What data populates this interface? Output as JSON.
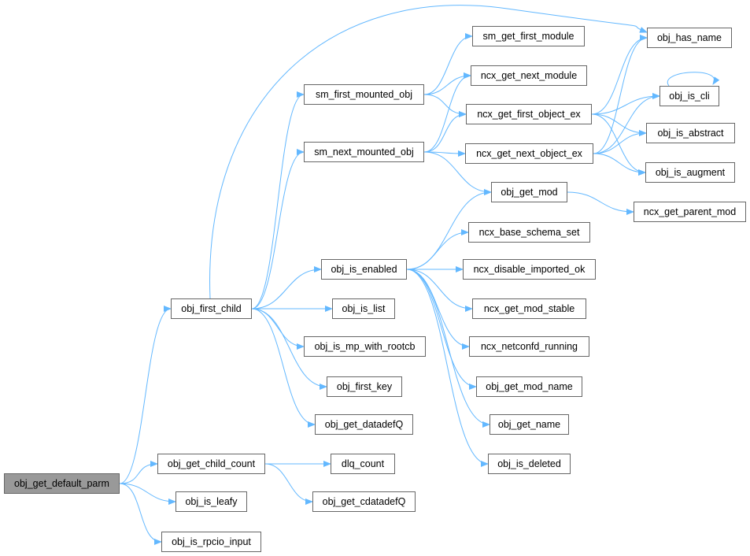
{
  "title": "obj_get_default_parm call graph",
  "colors": {
    "edge": "#63b8ff",
    "root_fill": "#999999",
    "node_border": "#666666"
  },
  "nodes": [
    {
      "id": "obj_get_default_parm",
      "label": "obj_get_default_parm",
      "root": true
    },
    {
      "id": "obj_first_child",
      "label": "obj_first_child"
    },
    {
      "id": "obj_get_child_count",
      "label": "obj_get_child_count"
    },
    {
      "id": "obj_is_leafy",
      "label": "obj_is_leafy"
    },
    {
      "id": "obj_is_rpcio_input",
      "label": "obj_is_rpcio_input"
    },
    {
      "id": "sm_first_mounted_obj",
      "label": "sm_first_mounted_obj"
    },
    {
      "id": "sm_next_mounted_obj",
      "label": "sm_next_mounted_obj"
    },
    {
      "id": "obj_is_enabled",
      "label": "obj_is_enabled"
    },
    {
      "id": "obj_is_list",
      "label": "obj_is_list"
    },
    {
      "id": "obj_is_mp_with_rootcb",
      "label": "obj_is_mp_with_rootcb"
    },
    {
      "id": "obj_first_key",
      "label": "obj_first_key"
    },
    {
      "id": "obj_get_datadefQ",
      "label": "obj_get_datadefQ"
    },
    {
      "id": "dlq_count",
      "label": "dlq_count"
    },
    {
      "id": "obj_get_cdatadefQ",
      "label": "obj_get_cdatadefQ"
    },
    {
      "id": "sm_get_first_module",
      "label": "sm_get_first_module"
    },
    {
      "id": "ncx_get_next_module",
      "label": "ncx_get_next_module"
    },
    {
      "id": "ncx_get_first_object_ex",
      "label": "ncx_get_first_object_ex"
    },
    {
      "id": "ncx_get_next_object_ex",
      "label": "ncx_get_next_object_ex"
    },
    {
      "id": "obj_get_mod",
      "label": "obj_get_mod"
    },
    {
      "id": "ncx_base_schema_set",
      "label": "ncx_base_schema_set"
    },
    {
      "id": "ncx_disable_imported_ok",
      "label": "ncx_disable_imported_ok"
    },
    {
      "id": "ncx_get_mod_stable",
      "label": "ncx_get_mod_stable"
    },
    {
      "id": "ncx_netconfd_running",
      "label": "ncx_netconfd_running"
    },
    {
      "id": "obj_get_mod_name",
      "label": "obj_get_mod_name"
    },
    {
      "id": "obj_get_name",
      "label": "obj_get_name"
    },
    {
      "id": "obj_is_deleted",
      "label": "obj_is_deleted"
    },
    {
      "id": "obj_has_name",
      "label": "obj_has_name"
    },
    {
      "id": "obj_is_cli",
      "label": "obj_is_cli"
    },
    {
      "id": "obj_is_abstract",
      "label": "obj_is_abstract"
    },
    {
      "id": "obj_is_augment",
      "label": "obj_is_augment"
    },
    {
      "id": "ncx_get_parent_mod",
      "label": "ncx_get_parent_mod"
    }
  ],
  "edges": [
    [
      "obj_get_default_parm",
      "obj_first_child"
    ],
    [
      "obj_get_default_parm",
      "obj_get_child_count"
    ],
    [
      "obj_get_default_parm",
      "obj_is_leafy"
    ],
    [
      "obj_get_default_parm",
      "obj_is_rpcio_input"
    ],
    [
      "obj_first_child",
      "obj_has_name"
    ],
    [
      "obj_first_child",
      "sm_first_mounted_obj"
    ],
    [
      "obj_first_child",
      "sm_next_mounted_obj"
    ],
    [
      "obj_first_child",
      "obj_is_enabled"
    ],
    [
      "obj_first_child",
      "obj_is_list"
    ],
    [
      "obj_first_child",
      "obj_is_mp_with_rootcb"
    ],
    [
      "obj_first_child",
      "obj_first_key"
    ],
    [
      "obj_first_child",
      "obj_get_datadefQ"
    ],
    [
      "obj_get_child_count",
      "dlq_count"
    ],
    [
      "obj_get_child_count",
      "obj_get_cdatadefQ"
    ],
    [
      "sm_first_mounted_obj",
      "sm_get_first_module"
    ],
    [
      "sm_first_mounted_obj",
      "ncx_get_next_module"
    ],
    [
      "sm_first_mounted_obj",
      "ncx_get_first_object_ex"
    ],
    [
      "sm_next_mounted_obj",
      "ncx_get_next_module"
    ],
    [
      "sm_next_mounted_obj",
      "ncx_get_first_object_ex"
    ],
    [
      "sm_next_mounted_obj",
      "ncx_get_next_object_ex"
    ],
    [
      "sm_next_mounted_obj",
      "obj_get_mod"
    ],
    [
      "ncx_get_first_object_ex",
      "obj_has_name"
    ],
    [
      "ncx_get_first_object_ex",
      "obj_is_cli"
    ],
    [
      "ncx_get_first_object_ex",
      "obj_is_abstract"
    ],
    [
      "ncx_get_first_object_ex",
      "obj_is_augment"
    ],
    [
      "ncx_get_next_object_ex",
      "obj_has_name"
    ],
    [
      "ncx_get_next_object_ex",
      "obj_is_cli"
    ],
    [
      "ncx_get_next_object_ex",
      "obj_is_abstract"
    ],
    [
      "ncx_get_next_object_ex",
      "obj_is_augment"
    ],
    [
      "obj_is_cli",
      "obj_is_cli"
    ],
    [
      "obj_get_mod",
      "ncx_get_parent_mod"
    ],
    [
      "obj_is_enabled",
      "obj_get_mod"
    ],
    [
      "obj_is_enabled",
      "ncx_base_schema_set"
    ],
    [
      "obj_is_enabled",
      "ncx_disable_imported_ok"
    ],
    [
      "obj_is_enabled",
      "ncx_get_mod_stable"
    ],
    [
      "obj_is_enabled",
      "ncx_netconfd_running"
    ],
    [
      "obj_is_enabled",
      "obj_get_mod_name"
    ],
    [
      "obj_is_enabled",
      "obj_get_name"
    ],
    [
      "obj_is_enabled",
      "obj_is_deleted"
    ]
  ]
}
